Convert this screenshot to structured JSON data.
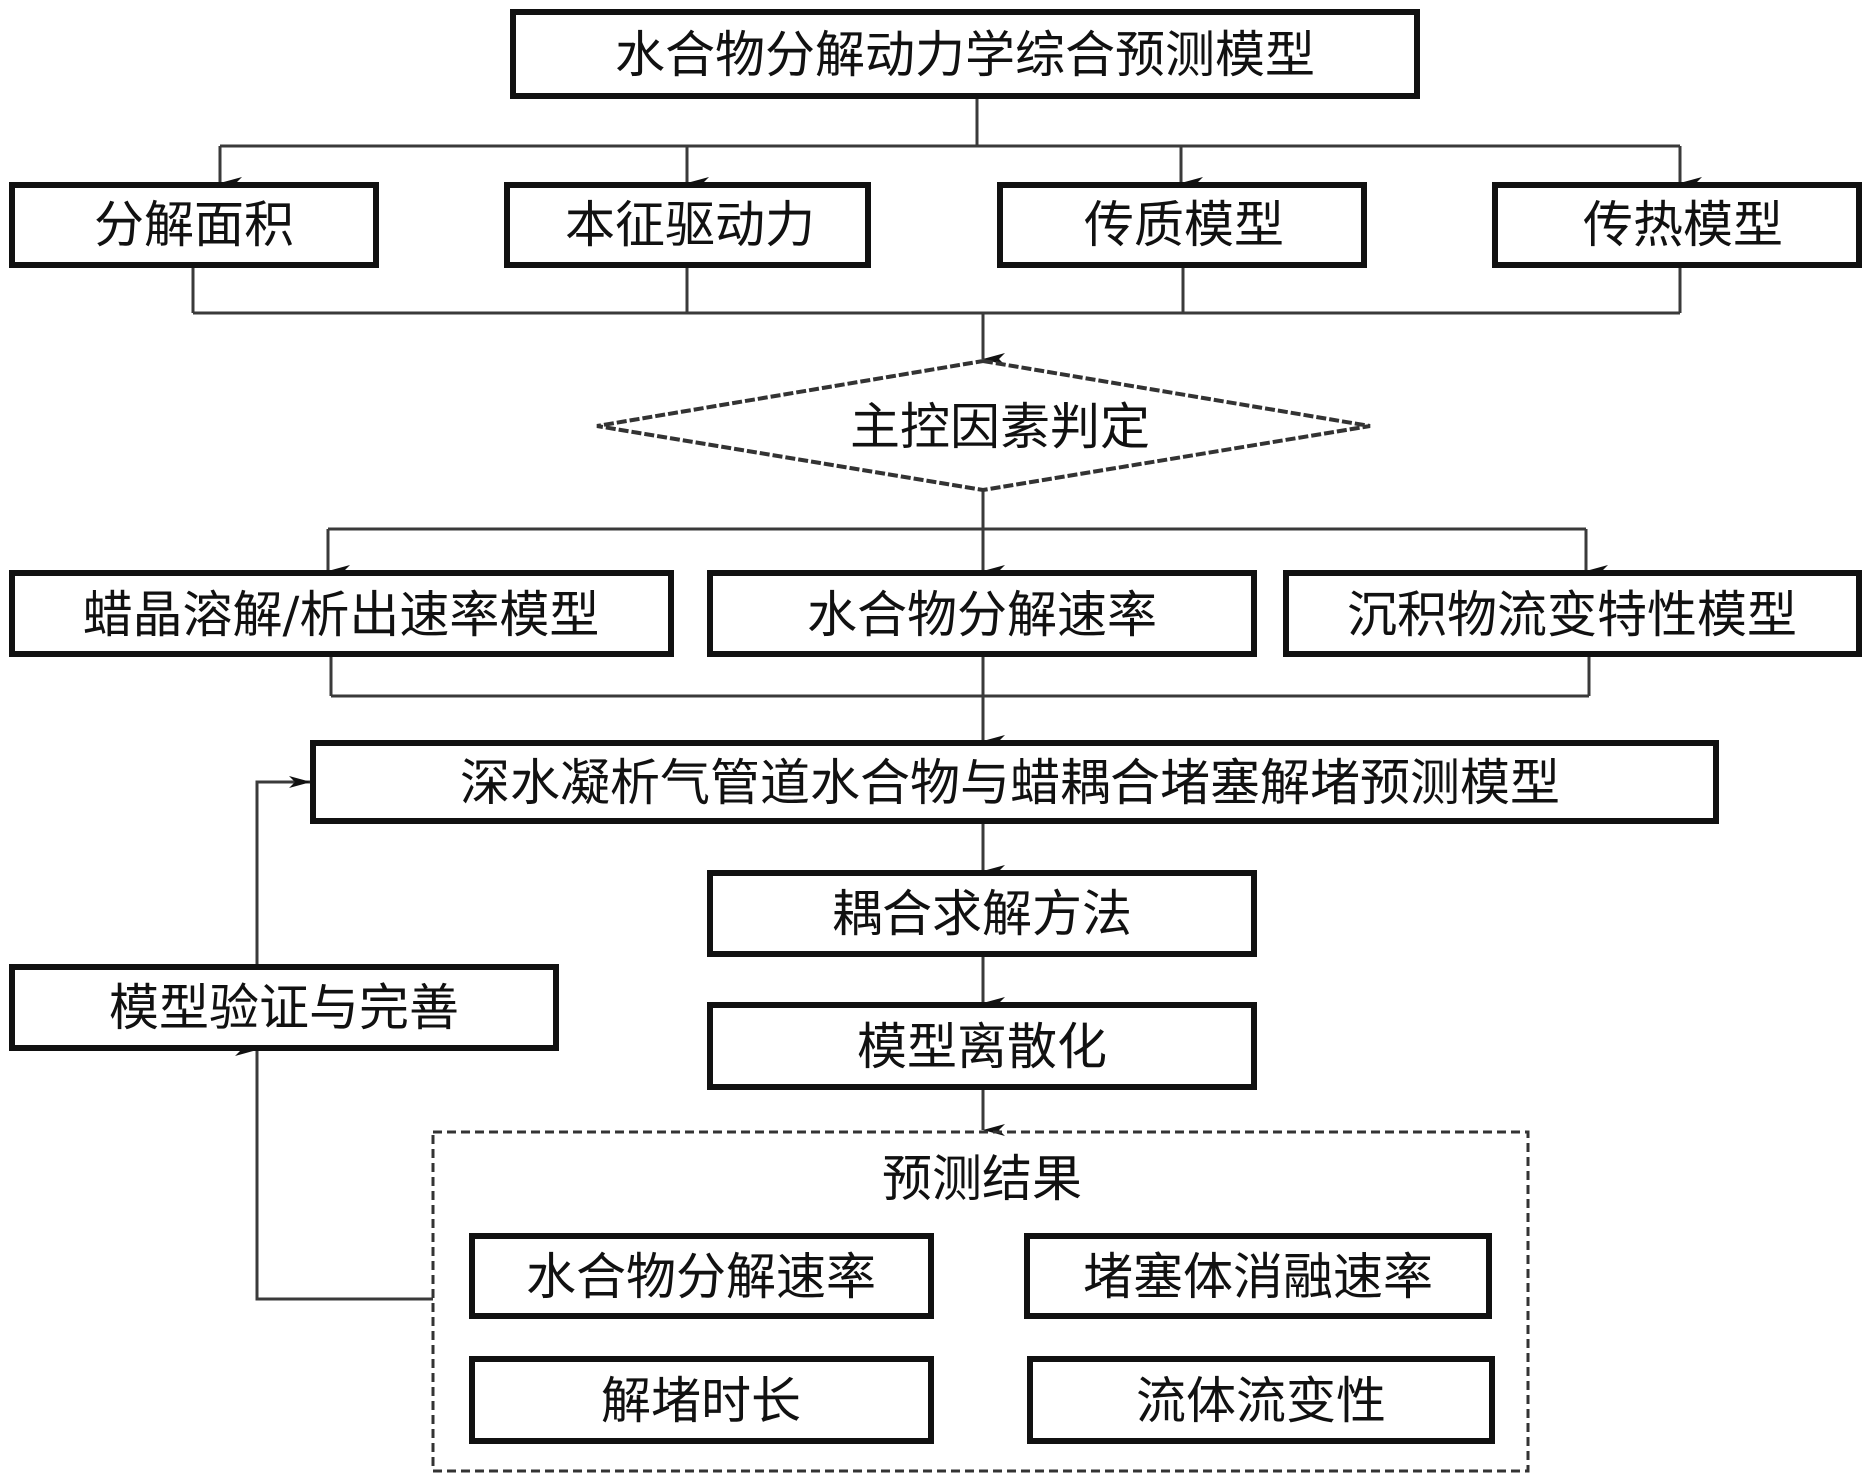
{
  "title": "水合物分解动力学综合预测模型",
  "factors": [
    "分解面积",
    "本征驱动力",
    "传质模型",
    "传热模型"
  ],
  "decision": "主控因素判定",
  "submodels": [
    "蜡晶溶解/析出速率模型",
    "水合物分解速率",
    "沉积物流变特性模型"
  ],
  "coupled_model": "深水凝析气管道水合物与蜡耦合堵塞解堵预测模型",
  "solution_method": "耦合求解方法",
  "discretization": "模型离散化",
  "validation": "模型验证与完善",
  "results": {
    "title": "预测结果",
    "items": [
      "水合物分解速率",
      "堵塞体消融速率",
      "解堵时长",
      "流体流变性"
    ]
  }
}
